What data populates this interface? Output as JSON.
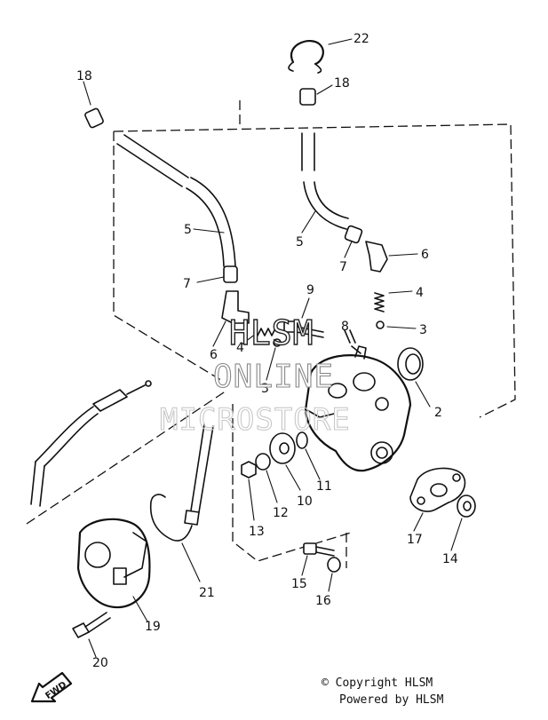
{
  "diagram": {
    "callouts": [
      {
        "id": "c22",
        "text": "22"
      },
      {
        "id": "c18a",
        "text": "18"
      },
      {
        "id": "c18b",
        "text": "18"
      },
      {
        "id": "c5a",
        "text": "5"
      },
      {
        "id": "c5b",
        "text": "5"
      },
      {
        "id": "c6a",
        "text": "6"
      },
      {
        "id": "c6b",
        "text": "6"
      },
      {
        "id": "c7a",
        "text": "7"
      },
      {
        "id": "c7b",
        "text": "7"
      },
      {
        "id": "c9",
        "text": "9"
      },
      {
        "id": "c4a",
        "text": "4"
      },
      {
        "id": "c4b",
        "text": "4"
      },
      {
        "id": "c3a",
        "text": "3"
      },
      {
        "id": "c3b",
        "text": "3"
      },
      {
        "id": "c8",
        "text": "8"
      },
      {
        "id": "c2",
        "text": "2"
      },
      {
        "id": "c11",
        "text": "11"
      },
      {
        "id": "c10",
        "text": "10"
      },
      {
        "id": "c12",
        "text": "12"
      },
      {
        "id": "c13",
        "text": "13"
      },
      {
        "id": "c17",
        "text": "17"
      },
      {
        "id": "c14",
        "text": "14"
      },
      {
        "id": "c15",
        "text": "15"
      },
      {
        "id": "c16",
        "text": "16"
      },
      {
        "id": "c21",
        "text": "21"
      },
      {
        "id": "c19",
        "text": "19"
      },
      {
        "id": "c20",
        "text": "20"
      }
    ],
    "fwd_label": "FWD"
  },
  "watermark": {
    "line1": "HLSM",
    "line2": "ONLINE",
    "line3": "MICROSTORE"
  },
  "credits": {
    "copyright": "© Copyright HLSM",
    "powered": "Powered by HLSM"
  }
}
